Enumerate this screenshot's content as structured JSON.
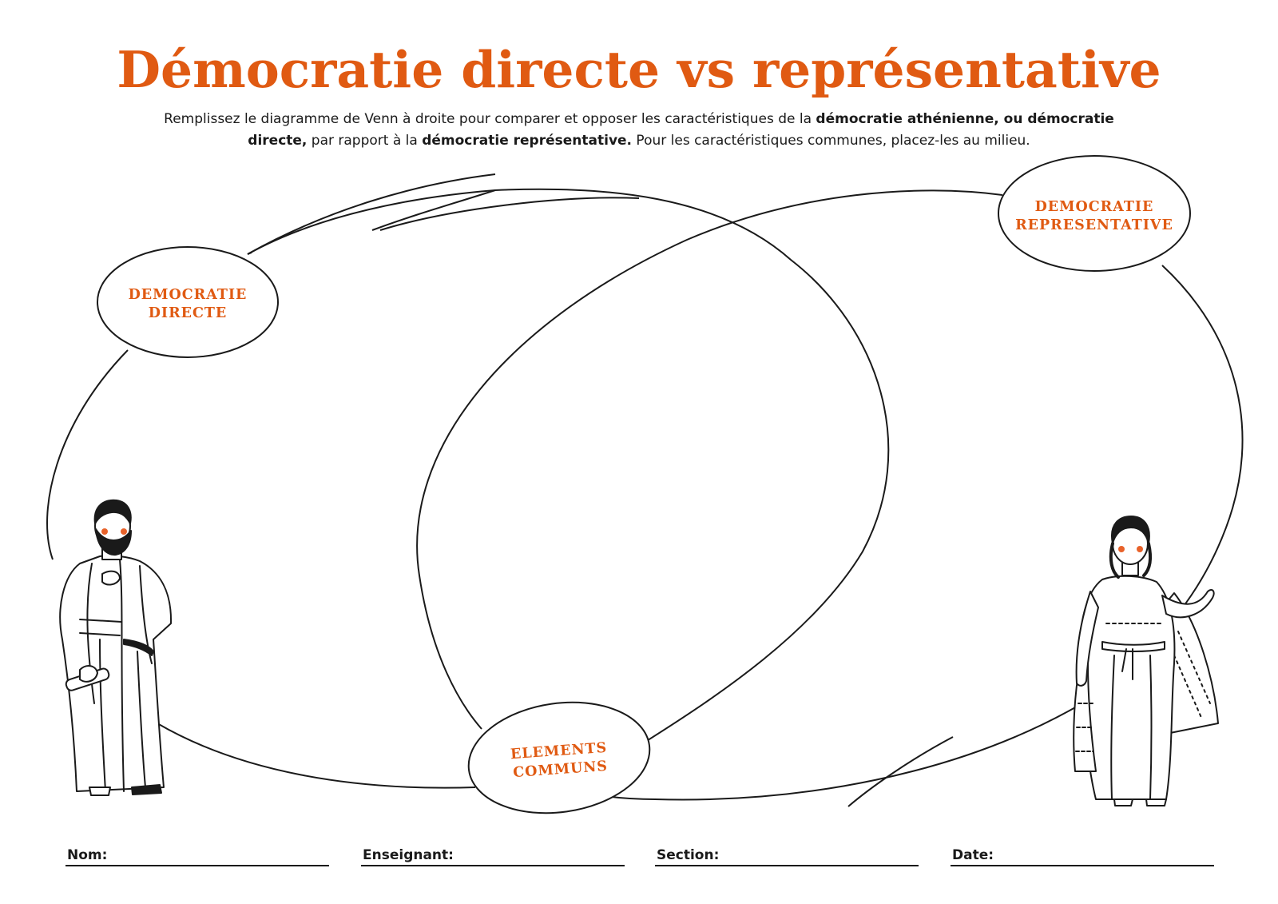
{
  "page": {
    "title": "Démocratie directe vs représentative",
    "intro": {
      "p1": "Remplissez le diagramme de Venn à droite pour comparer et opposer les caractéristiques de la ",
      "b1": "démocratie athénienne, ou démocratie directe,",
      "p2": " par rapport à la ",
      "b2": "démocratie représentative.",
      "p3": " Pour les caractéristiques communes, placez-les au milieu."
    }
  },
  "venn": {
    "left_label_line1": "DEMOCRATIE",
    "left_label_line2": "DIRECTE",
    "right_label_line1": "DEMOCRATIE",
    "right_label_line2": "REPRESENTATIVE",
    "middle_label_line1": "ELEMENTS",
    "middle_label_line2": "COMMUNS"
  },
  "footer": {
    "name_label": "Nom:",
    "teacher_label": "Enseignant:",
    "section_label": "Section:",
    "date_label": "Date:"
  },
  "colors": {
    "accent": "#e05a12",
    "ink": "#1a1a1a",
    "cheek": "#e8622a"
  },
  "illustrations": {
    "left_figure": "greek-man-in-toga-holding-scroll",
    "right_figure": "greek-woman-in-chiton"
  }
}
